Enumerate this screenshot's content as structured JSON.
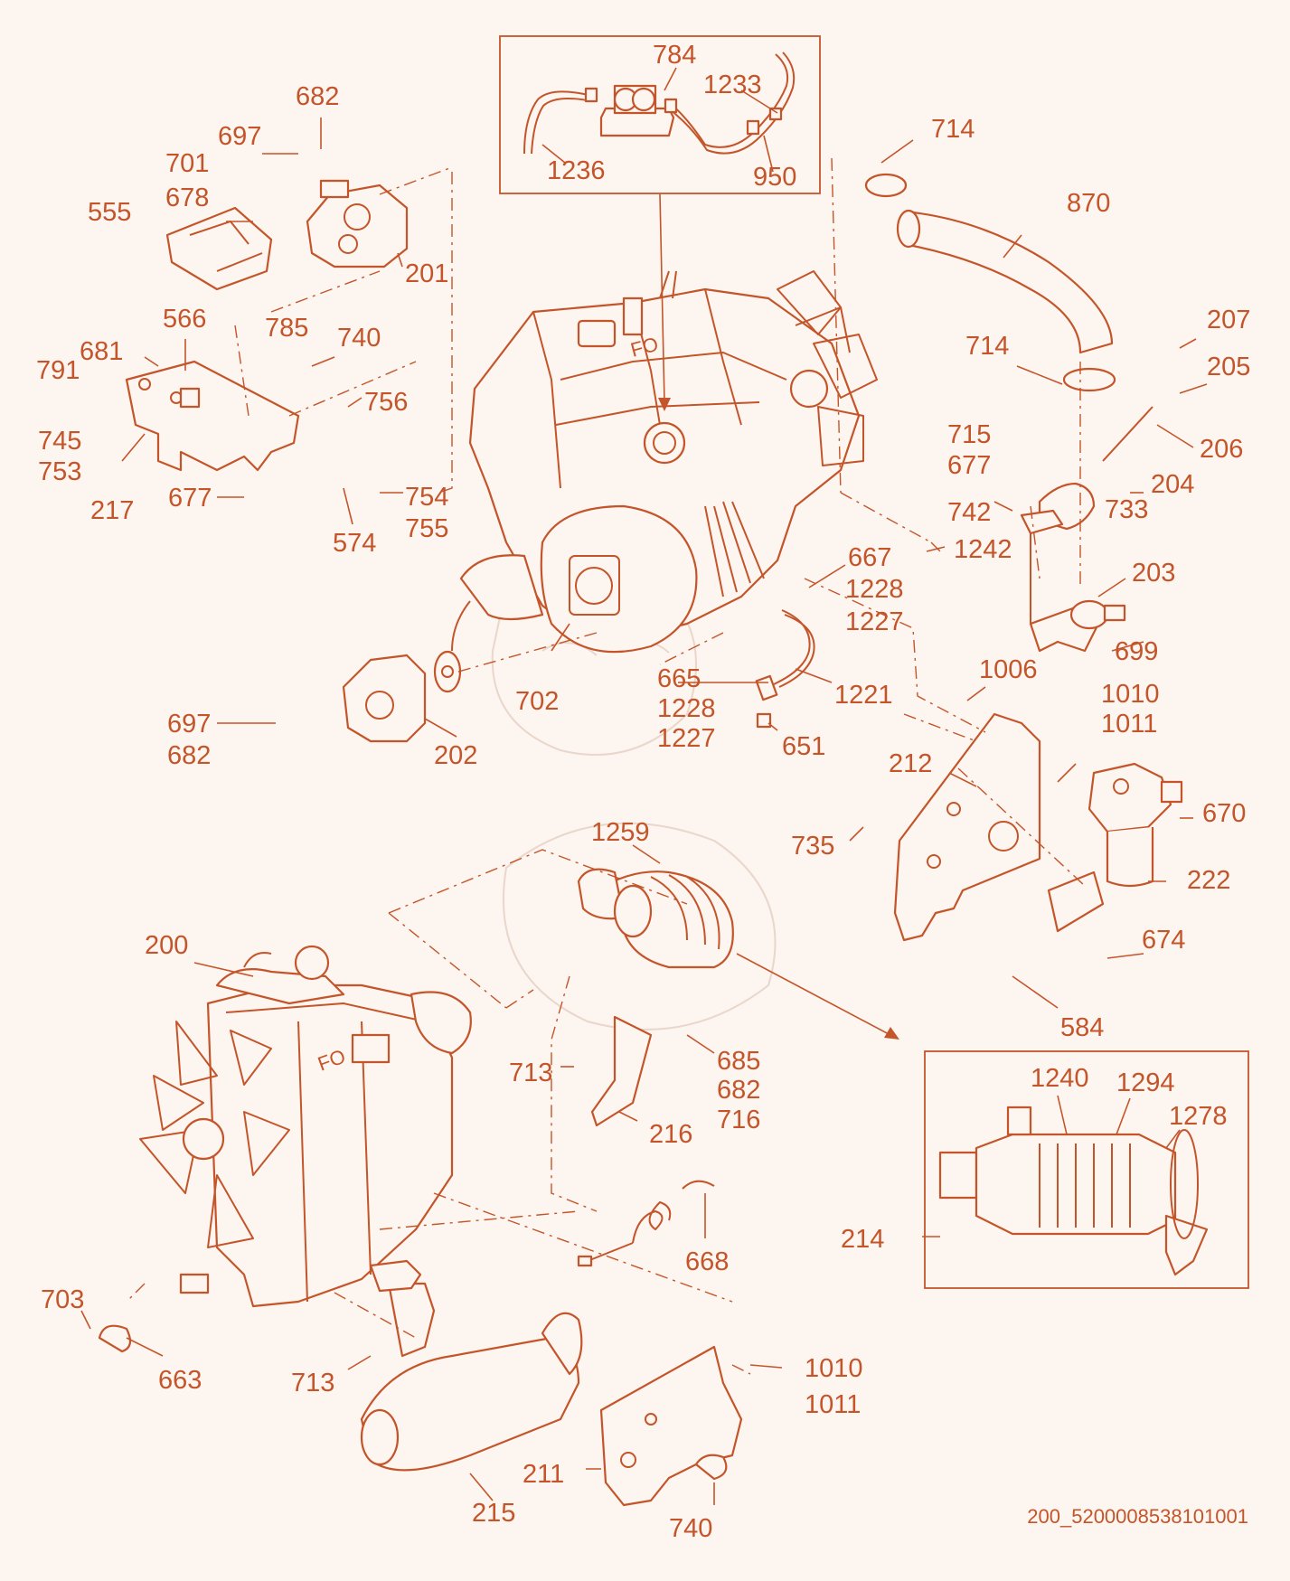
{
  "callouts": [
    {
      "id": "c784",
      "text": "784"
    },
    {
      "id": "c1233",
      "text": "1233"
    },
    {
      "id": "c1236",
      "text": "1236"
    },
    {
      "id": "c950",
      "text": "950"
    },
    {
      "id": "c682a",
      "text": "682"
    },
    {
      "id": "c697a",
      "text": "697"
    },
    {
      "id": "c701",
      "text": "701"
    },
    {
      "id": "c678",
      "text": "678"
    },
    {
      "id": "c555",
      "text": "555"
    },
    {
      "id": "c201",
      "text": "201"
    },
    {
      "id": "c566",
      "text": "566"
    },
    {
      "id": "c785",
      "text": "785"
    },
    {
      "id": "c740a",
      "text": "740"
    },
    {
      "id": "c791",
      "text": "791"
    },
    {
      "id": "c681",
      "text": "681"
    },
    {
      "id": "c756",
      "text": "756"
    },
    {
      "id": "c745",
      "text": "745"
    },
    {
      "id": "c753",
      "text": "753"
    },
    {
      "id": "c217",
      "text": "217"
    },
    {
      "id": "c677a",
      "text": "677"
    },
    {
      "id": "c754",
      "text": "754"
    },
    {
      "id": "c755",
      "text": "755"
    },
    {
      "id": "c574",
      "text": "574"
    },
    {
      "id": "c714a",
      "text": "714"
    },
    {
      "id": "c870",
      "text": "870"
    },
    {
      "id": "c207",
      "text": "207"
    },
    {
      "id": "c714b",
      "text": "714"
    },
    {
      "id": "c205",
      "text": "205"
    },
    {
      "id": "c206",
      "text": "206"
    },
    {
      "id": "c715",
      "text": "715"
    },
    {
      "id": "c677b",
      "text": "677"
    },
    {
      "id": "c204",
      "text": "204"
    },
    {
      "id": "c742",
      "text": "742"
    },
    {
      "id": "c733",
      "text": "733"
    },
    {
      "id": "c1242",
      "text": "1242"
    },
    {
      "id": "c667",
      "text": "667"
    },
    {
      "id": "c1228a",
      "text": "1228"
    },
    {
      "id": "c1227a",
      "text": "1227"
    },
    {
      "id": "c203",
      "text": "203"
    },
    {
      "id": "c699",
      "text": "699"
    },
    {
      "id": "c697b",
      "text": "697"
    },
    {
      "id": "c682b",
      "text": "682"
    },
    {
      "id": "c702",
      "text": "702"
    },
    {
      "id": "c202",
      "text": "202"
    },
    {
      "id": "c665",
      "text": "665"
    },
    {
      "id": "c1228b",
      "text": "1228"
    },
    {
      "id": "c1227b",
      "text": "1227"
    },
    {
      "id": "c1221",
      "text": "1221"
    },
    {
      "id": "c651",
      "text": "651"
    },
    {
      "id": "c1006",
      "text": "1006"
    },
    {
      "id": "c1010a",
      "text": "1010"
    },
    {
      "id": "c1011a",
      "text": "1011"
    },
    {
      "id": "c212",
      "text": "212"
    },
    {
      "id": "c670",
      "text": "670"
    },
    {
      "id": "c735",
      "text": "735"
    },
    {
      "id": "c222",
      "text": "222"
    },
    {
      "id": "c1259",
      "text": "1259"
    },
    {
      "id": "c674",
      "text": "674"
    },
    {
      "id": "c584",
      "text": "584"
    },
    {
      "id": "c200",
      "text": "200"
    },
    {
      "id": "c685",
      "text": "685"
    },
    {
      "id": "c682c",
      "text": "682"
    },
    {
      "id": "c716",
      "text": "716"
    },
    {
      "id": "c713a",
      "text": "713"
    },
    {
      "id": "c216",
      "text": "216"
    },
    {
      "id": "c1240",
      "text": "1240"
    },
    {
      "id": "c1294",
      "text": "1294"
    },
    {
      "id": "c1278",
      "text": "1278"
    },
    {
      "id": "c214",
      "text": "214"
    },
    {
      "id": "c668",
      "text": "668"
    },
    {
      "id": "c703",
      "text": "703"
    },
    {
      "id": "c663",
      "text": "663"
    },
    {
      "id": "c713b",
      "text": "713"
    },
    {
      "id": "c1010b",
      "text": "1010"
    },
    {
      "id": "c1011b",
      "text": "1011"
    },
    {
      "id": "c211",
      "text": "211"
    },
    {
      "id": "c215",
      "text": "215"
    },
    {
      "id": "c740b",
      "text": "740"
    }
  ],
  "engine_marks": {
    "top_logo": "FO",
    "bottom_logo": "FO"
  },
  "drawing_code": "200_5200008538101001",
  "colors": {
    "line": "#c4552a",
    "background": "#fdf5ef"
  }
}
